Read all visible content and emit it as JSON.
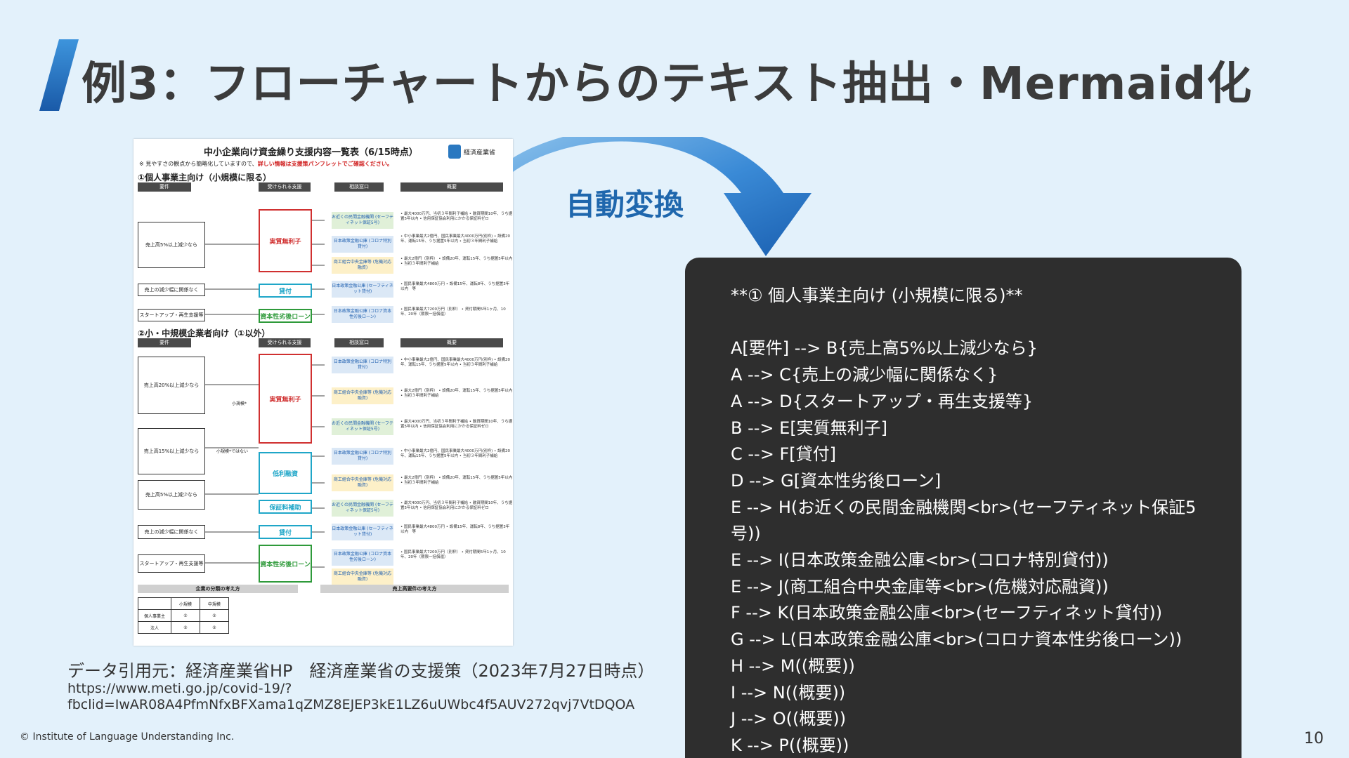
{
  "slide": {
    "title": "例3：フローチャートからのテキスト抽出・Mermaid化",
    "arrow_label": "自動変換",
    "citation_label": "データ引用元：経済産業省HP　経済産業省の支援策（2023年7月27日時点）",
    "citation_url": "https://www.meti.go.jp/covid-19/?fbclid=IwAR08A4PfmNfxBFXama1qZMZ8EJEP3kE1LZ6uUWbc4f5AUV272qvj7VtDQOA",
    "copyright": "© Institute of Language Understanding Inc.",
    "page_number": "10",
    "colors": {
      "background": "#e3f1fb",
      "accent": "#1f67ad",
      "code_bg": "#2e2e2e"
    }
  },
  "document": {
    "title": "中小企業向け資金繰り支援内容一覧表（6/15時点）",
    "note_prefix": "※ 見やすさの観点から簡略化していますので、",
    "note_red": "詳しい情報は支援策パンフレットでご確認ください。",
    "logo_text": "経済産業省",
    "section1": "①個人事業主向け（小規模に限る）",
    "section2": "②小・中規模企業者向け（①以外）",
    "headers": {
      "req": "要件",
      "support": "受けられる支援",
      "window": "相談窓口",
      "summary": "概要"
    },
    "s1_requirements": [
      "売上高5%以上減少なら",
      "売上の減少幅に関係なく",
      "スタートアップ・再生支援等"
    ],
    "s1_supports": [
      "実質無利子",
      "貸付",
      "資本性劣後ローン"
    ],
    "s1_windows": [
      "お近くの民間金融機関 (セーフティネット保証5号)",
      "日本政策金融公庫 (コロナ特別貸付)",
      "商工組合中央金庫等 (危機対応融資)",
      "日本政策金融公庫 (セーフティネット貸付)",
      "日本政策金融公庫 (コロナ資本性劣後ローン)"
    ],
    "s1_desc": [
      "• 最大4000万円、当初３年間利子補給 • 融資期間10年、うち据置5年以内 • 信用保証協会利用にかかる保証料ゼロ",
      "• 中小事業最大2億円、国民事業最大4000万円(別枠) • 設備20年、運転15年、うち据置5年以内 • 当初３年間利子補給",
      "• 最大2億円（別枠） • 設備20年、運転15年、うち据置5年以内 • 当初３年間利子補給",
      "• 国民事業最大4800万円 • 設備15年、運転8年、うち据置3年以内　等",
      "• 国民事業最大7200万円（別枠） • 貸付期間5年1ヶ月、10年、20年（期限一括償還）"
    ],
    "s2_requirements": [
      "売上高20%以上減少なら",
      "売上高15%以上減少なら",
      "売上高5%以上減少なら",
      "売上の減少幅に関係なく",
      "スタートアップ・再生支援等"
    ],
    "s2_supports": [
      "実質無利子",
      "低利融資",
      "保証料補助",
      "貸付",
      "資本性劣後ローン"
    ],
    "s2_small": "小規模*",
    "s2_not_small": "小規模*ではない",
    "foot_left_title": "企業の分類の考え方",
    "foot_right_title": "売上高要件の考え方",
    "foot_cols": [
      "小規模",
      "中規模"
    ],
    "foot_rows": [
      "個人事業主",
      "法人"
    ]
  },
  "code": {
    "lines": [
      "**① 個人事業主向け (小規模に限る)**",
      "",
      "A[要件] --> B{売上高5%以上減少なら}",
      "A --> C{売上の減少幅に関係なく}",
      "A --> D{スタートアップ・再生支援等}",
      "B --> E[実質無利子]",
      "C --> F[貸付]",
      "D --> G[資本性劣後ローン]",
      "E --> H(お近くの民間金融機関<br>(セーフティネット保証5号))",
      "E --> I(日本政策金融公庫<br>(コロナ特別貸付))",
      "E --> J(商工組合中央金庫等<br>(危機対応融資))",
      "F --> K(日本政策金融公庫<br>(セーフティネット貸付))",
      "G --> L(日本政策金融公庫<br>(コロナ資本性劣後ローン))",
      "H --> M((概要))",
      "I --> N((概要))",
      "J --> O((概要))",
      "K --> P((概要))"
    ]
  }
}
